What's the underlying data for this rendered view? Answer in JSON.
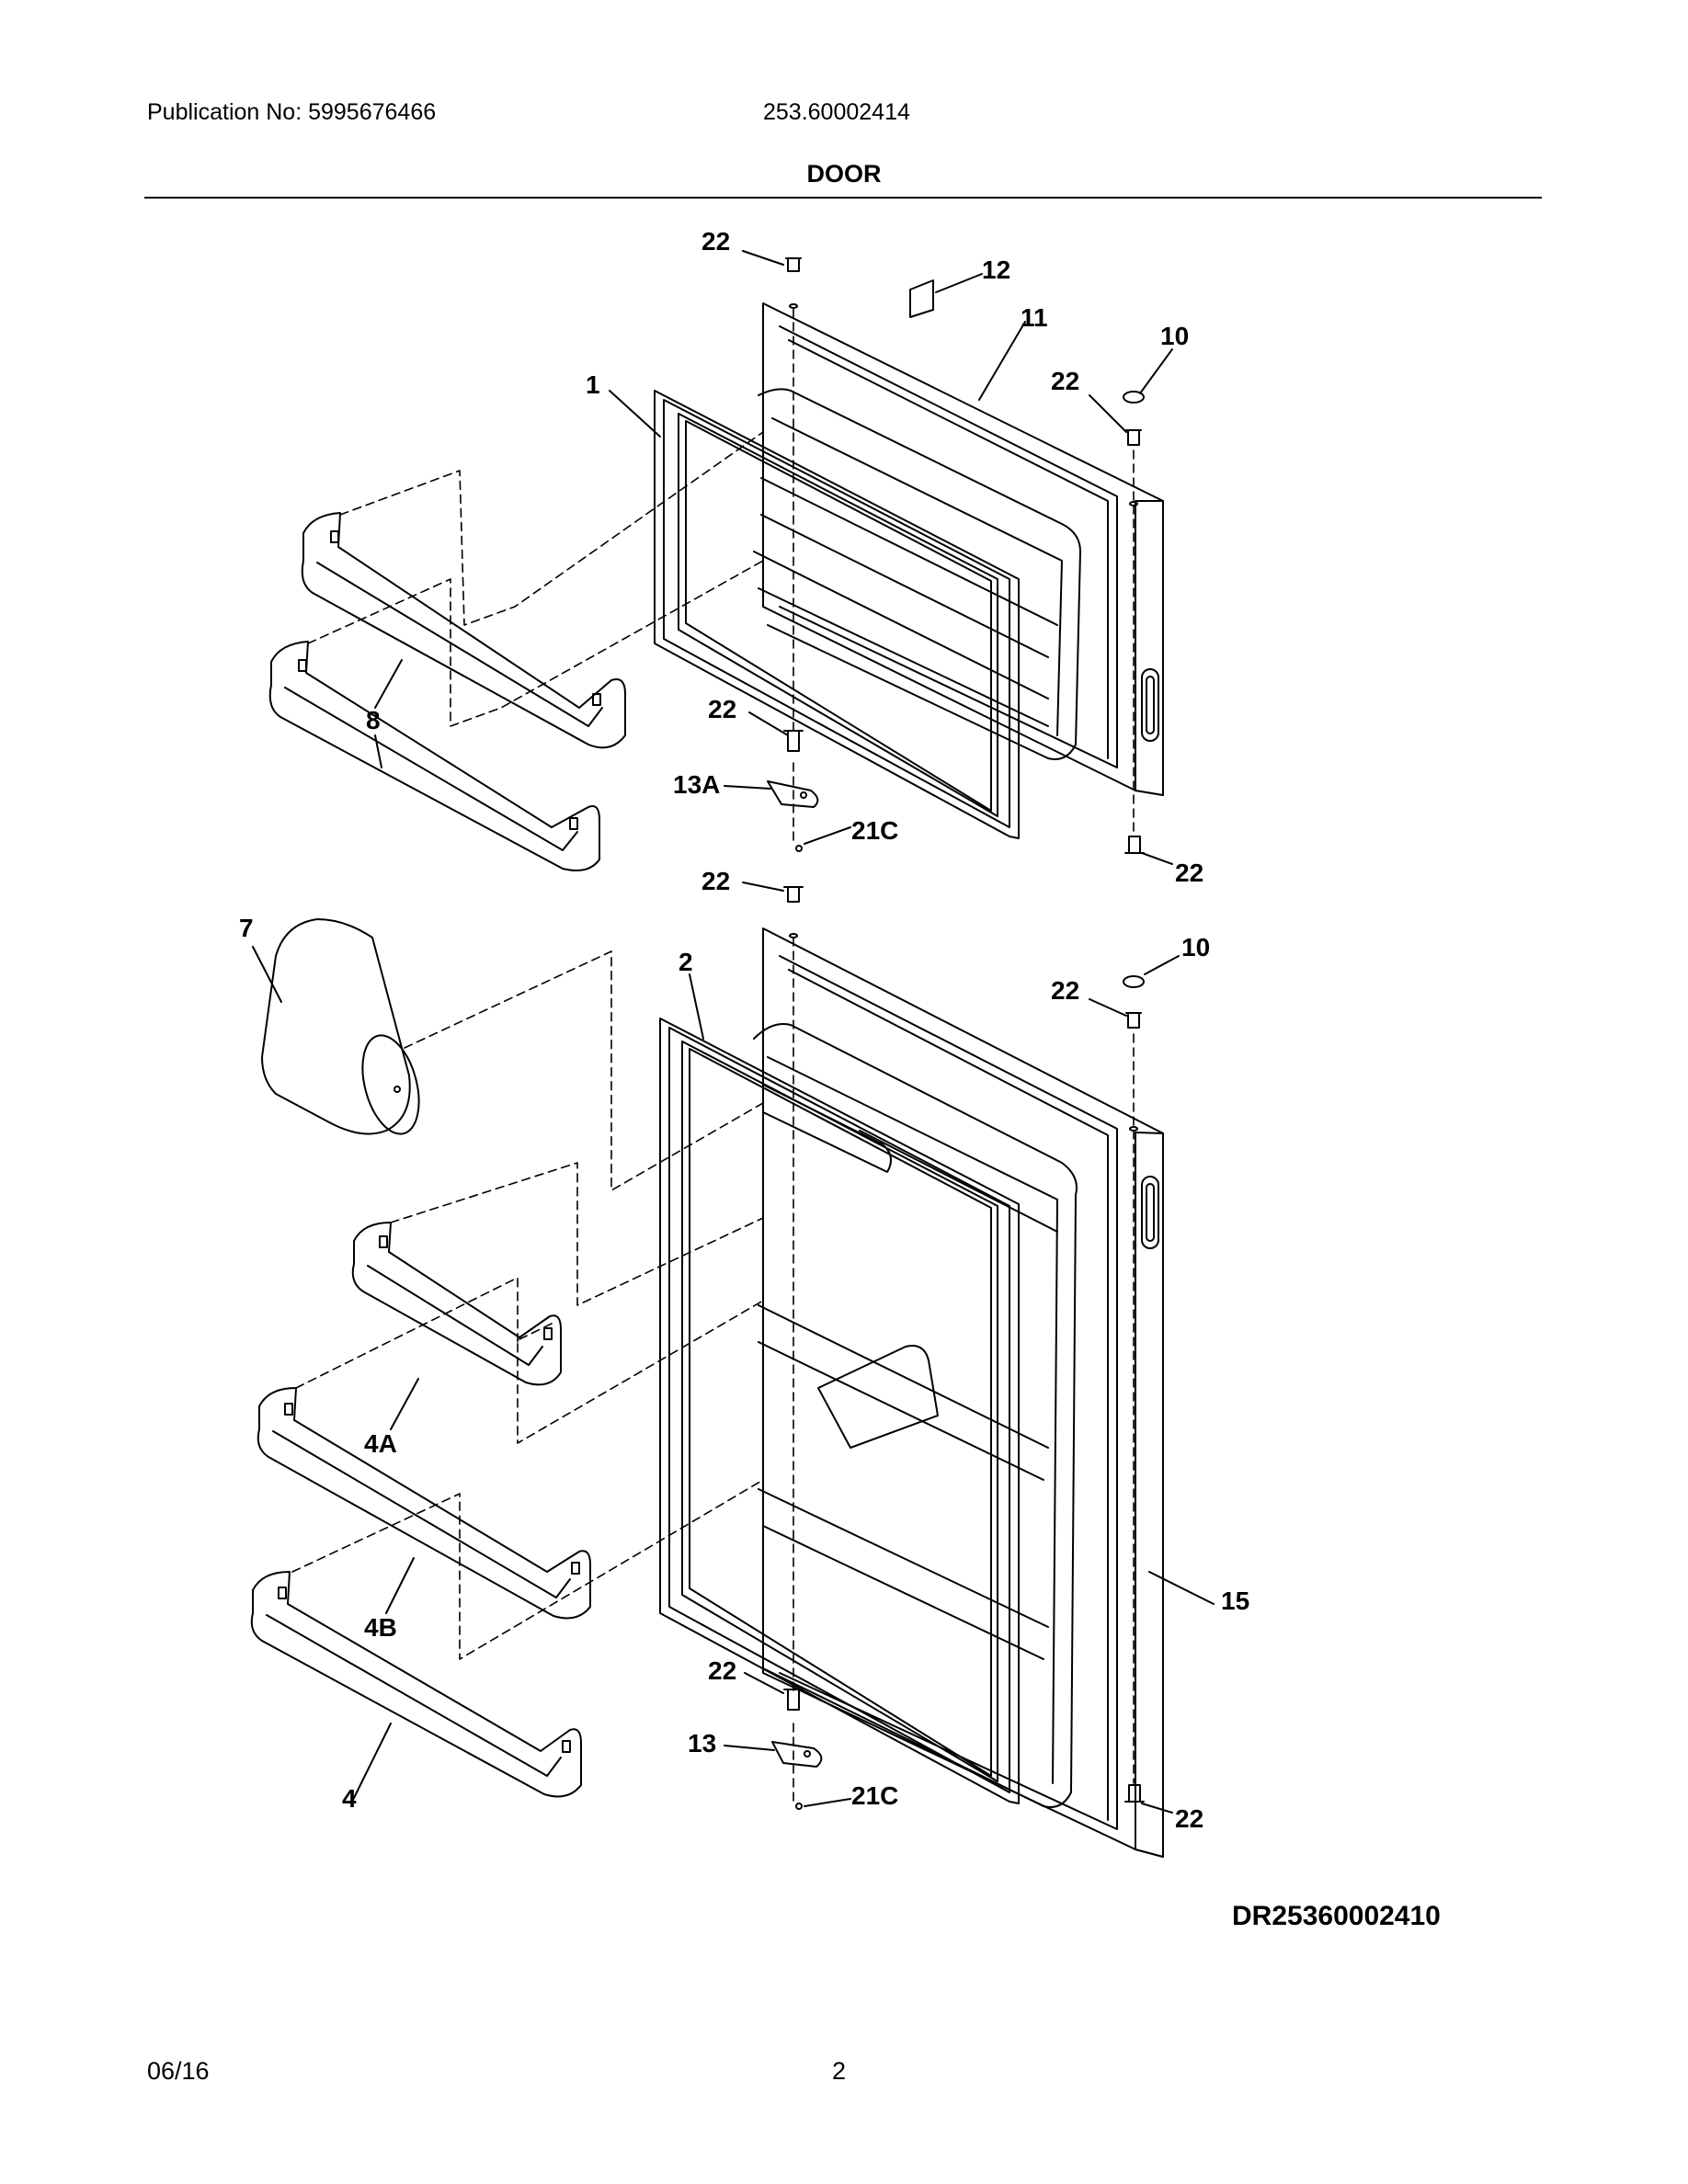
{
  "header": {
    "publication": "Publication No: 5995676466",
    "model": "253.60002414"
  },
  "title": "DOOR",
  "diagram_code": "DR25360002410",
  "footer": {
    "date": "06/16",
    "page": "2"
  },
  "callouts": {
    "c22_top_a": "22",
    "c12": "12",
    "c11": "11",
    "c10_top": "10",
    "c22_top_b": "22",
    "c1": "1",
    "c8": "8",
    "c22_top_c": "22",
    "c13A": "13A",
    "c21C_top": "21C",
    "c22_top_d": "22",
    "c22_bot_a": "22",
    "c7": "7",
    "c2": "2",
    "c10_bot": "10",
    "c22_bot_b": "22",
    "c4A": "4A",
    "c4B": "4B",
    "c15": "15",
    "c4": "4",
    "c22_bot_c": "22",
    "c13": "13",
    "c21C_bot": "21C",
    "c22_bot_d": "22"
  }
}
